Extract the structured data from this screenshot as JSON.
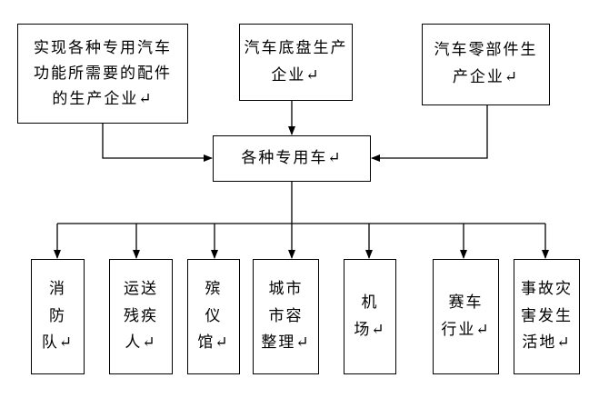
{
  "suppliers": [
    {
      "lines": [
        "实现各种专用汽车",
        "功能所需要的配件",
        "的生产企业↵"
      ]
    },
    {
      "lines": [
        "汽车底盘生产",
        "企业↵"
      ]
    },
    {
      "lines": [
        "汽车零部件生",
        "产企业↵"
      ]
    }
  ],
  "center": {
    "lines": [
      "各种专用车↵"
    ]
  },
  "uses": [
    {
      "lines": [
        "消",
        "防",
        "队↵"
      ]
    },
    {
      "lines": [
        "运送",
        "残疾",
        "人↵"
      ]
    },
    {
      "lines": [
        "殡",
        "仪",
        "馆↵"
      ]
    },
    {
      "lines": [
        "城市",
        "市容",
        "整理↵"
      ]
    },
    {
      "lines": [
        "机",
        "场↵"
      ]
    },
    {
      "lines": [
        "赛车",
        "行业↵"
      ]
    },
    {
      "lines": [
        "事故灾",
        "害发生",
        "活地↵"
      ]
    }
  ]
}
